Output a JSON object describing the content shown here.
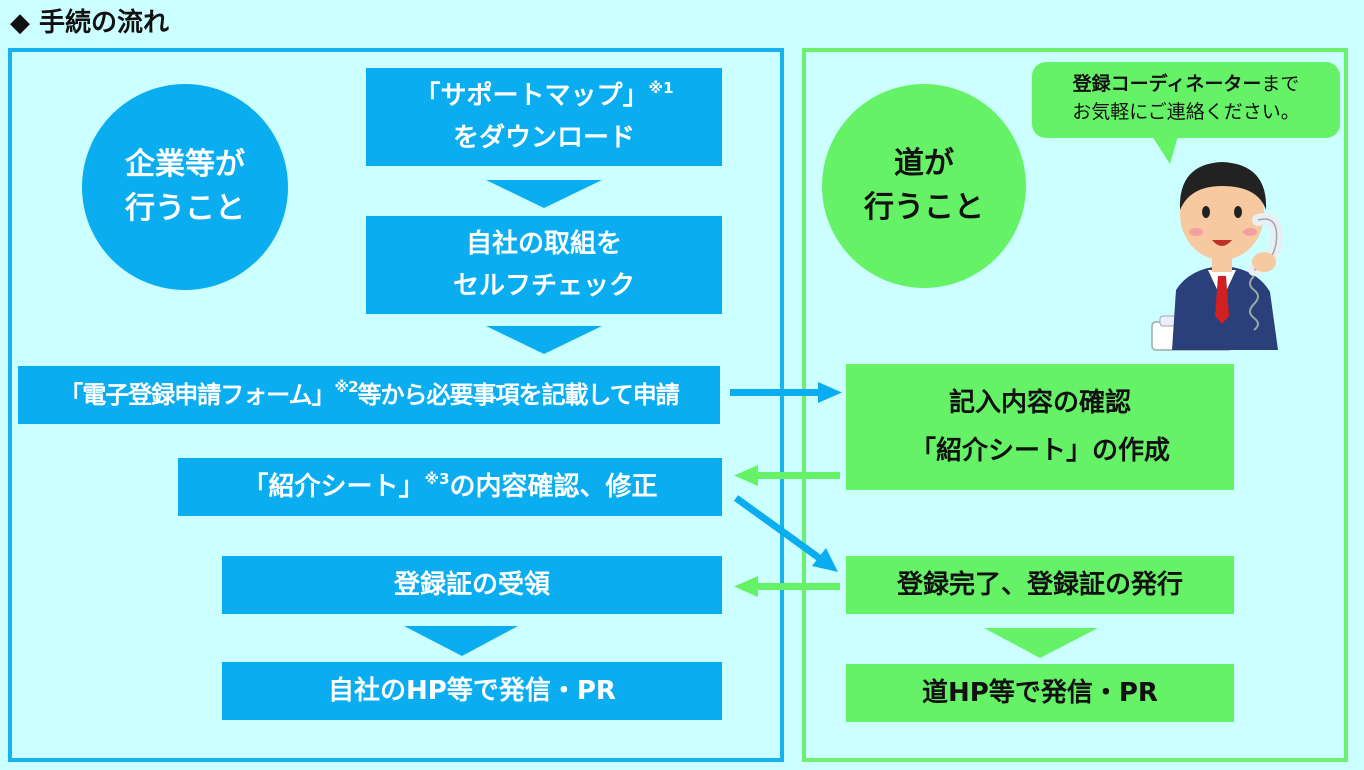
{
  "title": "◆ 手続の流れ",
  "left": {
    "circle_line1": "企業等が",
    "circle_line2": "行うこと",
    "step1_line1": "「サポートマップ」",
    "step1_note": "※1",
    "step1_line2": "をダウンロード",
    "step2_line1": "自社の取組を",
    "step2_line2": "セルフチェック",
    "step3_text_a": "「電子登録申請フォーム」",
    "step3_note": "※2",
    "step3_text_b": "等から必要事項を記載して申請",
    "step4_text_a": "「紹介シート」",
    "step4_note": "※3",
    "step4_text_b": "の内容確認、修正",
    "step5": "登録証の受領",
    "step6": "自社のHP等で発信・PR"
  },
  "right": {
    "circle_line1": "道が",
    "circle_line2": "行うこと",
    "bubble_bold": "登録コーディネーター",
    "bubble_rest1": "まで",
    "bubble_line2": "お気軽にご連絡ください。",
    "step1_line1": "記入内容の確認",
    "step1_line2": "「紹介シート」の作成",
    "step2": "登録完了、登録証の発行",
    "step3": "道HP等で発信・PR"
  },
  "colors": {
    "background": "#ccffff",
    "blue": "#0aaef0",
    "green": "#66f266"
  },
  "icons": [
    "telephone-operator-illustration"
  ]
}
